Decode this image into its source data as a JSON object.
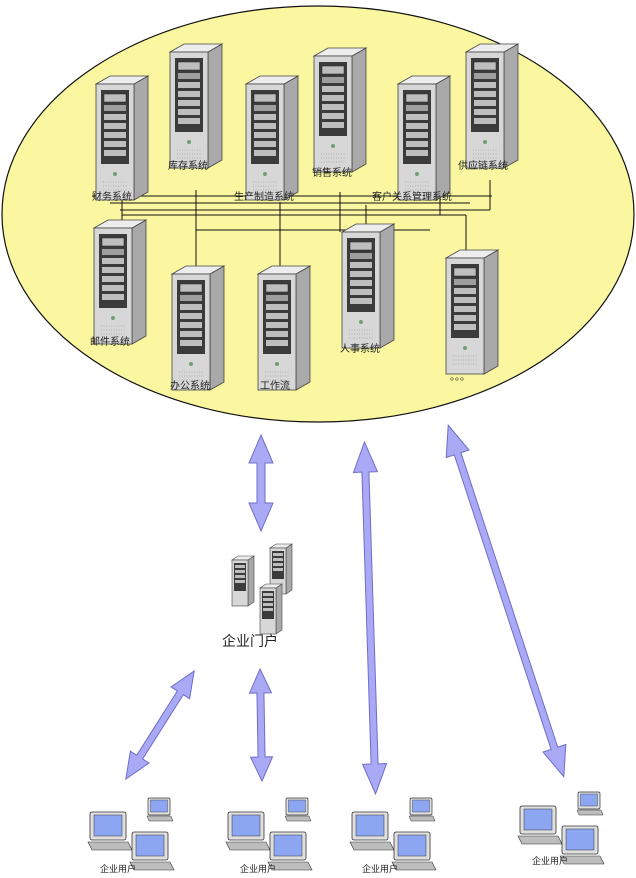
{
  "colors": {
    "ellipse_fill": "#FAF7A0",
    "ellipse_stroke": "#111111",
    "arrow_fill": "#A9A9F5",
    "arrow_stroke": "#6E6EC8",
    "server_body": "#D7D7D7",
    "server_side": "#A9A9A9",
    "server_panel": "#3B3B3B",
    "line_color": "#111111",
    "pc_screen": "#8DA6F2"
  },
  "servers": {
    "finance": "财务系统",
    "inventory": "库存系统",
    "production": "生产制造系统",
    "sales": "销售系统",
    "crm": "客户关系管理系统",
    "supply_chain": "供应链系统",
    "mail": "邮件系统",
    "office": "办公系统",
    "workflow": "工作流",
    "hr": "人事系统",
    "more": "。。。"
  },
  "portal": {
    "label": "企业门户"
  },
  "users": {
    "group1": "企业用户",
    "group2": "企业用户",
    "group3": "企业用户",
    "group4": "企业用户"
  }
}
